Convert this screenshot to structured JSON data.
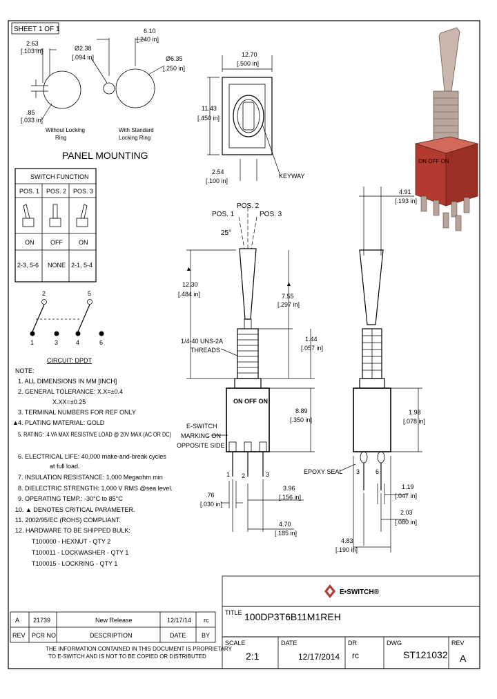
{
  "sheet_label": "SHEET 1 OF 1",
  "panel": {
    "dim_a_mm": "2.63",
    "dim_a_in": "[.103 in]",
    "dim_b_mm": "Ø2.38",
    "dim_b_in": "[.094 in]",
    "dim_c_mm": "6.10",
    "dim_c_in": "[.240 in]",
    "dim_d_mm": "Ø6.35",
    "dim_d_in": "[.250 in]",
    "dim_e_mm": ".85",
    "dim_e_in": "[.033 in]",
    "note_left_1": "Without Locking",
    "note_left_2": "Ring",
    "note_right_1": "With Standard",
    "note_right_2": "Locking Ring",
    "title": "PANEL MOUNTING"
  },
  "switch_function": {
    "title": "SWITCH FUNCTION",
    "headers": [
      "POS. 1",
      "POS. 2",
      "POS. 3"
    ],
    "states": [
      "ON",
      "OFF",
      "ON"
    ],
    "connections": [
      "2-3, 5-6",
      "NONE",
      "2-1, 5-4"
    ]
  },
  "circuit": {
    "top_pins": [
      "2",
      "5"
    ],
    "bottom_pins": [
      "1",
      "3",
      "4",
      "6"
    ],
    "label": "CIRCUIT: DPDT"
  },
  "notes": {
    "title": "NOTE:",
    "items": [
      "1. ALL DIMENSIONS IN MM [INCH]",
      "2. GENERAL TOLERANCE: X.X=±0.4",
      "X.XX=±0.25",
      "3. TERMINAL NUMBERS FOR REF ONLY",
      "4. PLATING MATERIAL: GOLD",
      "5. RATING: .4 VA MAX RESISTIVE LOAD @ 20V MAX (AC OR DC)",
      "6. ELECTRICAL LIFE: 40,000 make-and-break cycles",
      "at full load.",
      "7. INSULATION RESISTANCE: 1,000 Megaohm min",
      "8. DIELECTRIC STRENGTH: 1,000 V RMS @sea level.",
      "9. OPERATING TEMP.: -30°C to 85°C",
      "10. ▲ DENOTES CRITICAL PARAMETER.",
      "11. 2002/95/EC (ROHS) COMPLIANT.",
      "12. HARDWARE TO BE SHIPPED BULK:",
      "T100000 - HEXNUT - QTY 2",
      "T100011 - LOCKWASHER - QTY 1",
      "T100015 - LOCKRING - QTY 1"
    ]
  },
  "top_view": {
    "w_mm": "12.70",
    "w_in": "[.500 in]",
    "h_mm": "11.43",
    "h_in": "[.450 in]",
    "keyway": "KEYWAY",
    "k_mm": "2.54",
    "k_in": "[.100 in]"
  },
  "front_view": {
    "pos1": "POS. 1",
    "pos2": "POS. 2",
    "pos3": "POS. 3",
    "angle": "25°",
    "h1_mm": "12.30",
    "h1_in": "[.484 in]",
    "h2_mm": "7.55",
    "h2_in": "[.297 in]",
    "h3_mm": "1.44",
    "h3_in": "[.057 in]",
    "thread_1": "1/4-40 UNS-2A",
    "thread_2": "THREADS",
    "body_mm": "8.89",
    "body_in": "[.350 in]",
    "marking_1": "E-SWITCH",
    "marking_2": "MARKING ON",
    "marking_3": "OPPOSITE SIDE",
    "body_text": "ON OFF ON",
    "pin_labels": [
      "1",
      "2",
      "3"
    ],
    "d1_mm": ".76",
    "d1_in": "[.030 in]",
    "d2_mm": "3.96",
    "d2_in": "[.156 in]",
    "d3_mm": "4.70",
    "d3_in": "[.185 in]"
  },
  "side_view": {
    "iso_mm": "4.91",
    "iso_in": "[.193 in]",
    "iso_marks": "ON OFF ON",
    "s1_mm": "1.98",
    "s1_in": "[.078 in]",
    "epoxy": "EPOXY SEAL",
    "pin_labels": [
      "3",
      "6"
    ],
    "s2_mm": "1.19",
    "s2_in": "[.047 in]",
    "s3_mm": "2.03",
    "s3_in": "[.080 in]",
    "s4_mm": "4.83",
    "s4_in": "[.190 in]"
  },
  "revision_table": {
    "row": {
      "rev": "A",
      "pcr": "21739",
      "desc": "New Release",
      "date": "12/17/14",
      "by": "rc"
    },
    "headers": {
      "rev": "REV",
      "pcr": "PCR NO",
      "desc": "DESCRIPTION",
      "date": "DATE",
      "by": "BY"
    }
  },
  "disclaimer_1": "THE INFORMATION CONTAINED IN THIS DOCUMENT IS PROPRIETARY",
  "disclaimer_2": "TO E-SWITCH AND IS NOT TO BE COPIED OR DISTRIBUTED",
  "title_block": {
    "logo_text": "E•SWITCH®",
    "title_label": "TITLE",
    "title": "100DP3T6B11M1REH",
    "scale_label": "SCALE",
    "scale": "2:1",
    "date_label": "DATE",
    "date": "12/17/2014",
    "dr_label": "DR",
    "dr": "rc",
    "dwg_label": "DWG",
    "dwg": "ST121032",
    "rev_label": "REV",
    "rev": "A"
  },
  "colors": {
    "body_red": "#b23a2e",
    "metal": "#c9b7ae",
    "ink": "#000000"
  }
}
